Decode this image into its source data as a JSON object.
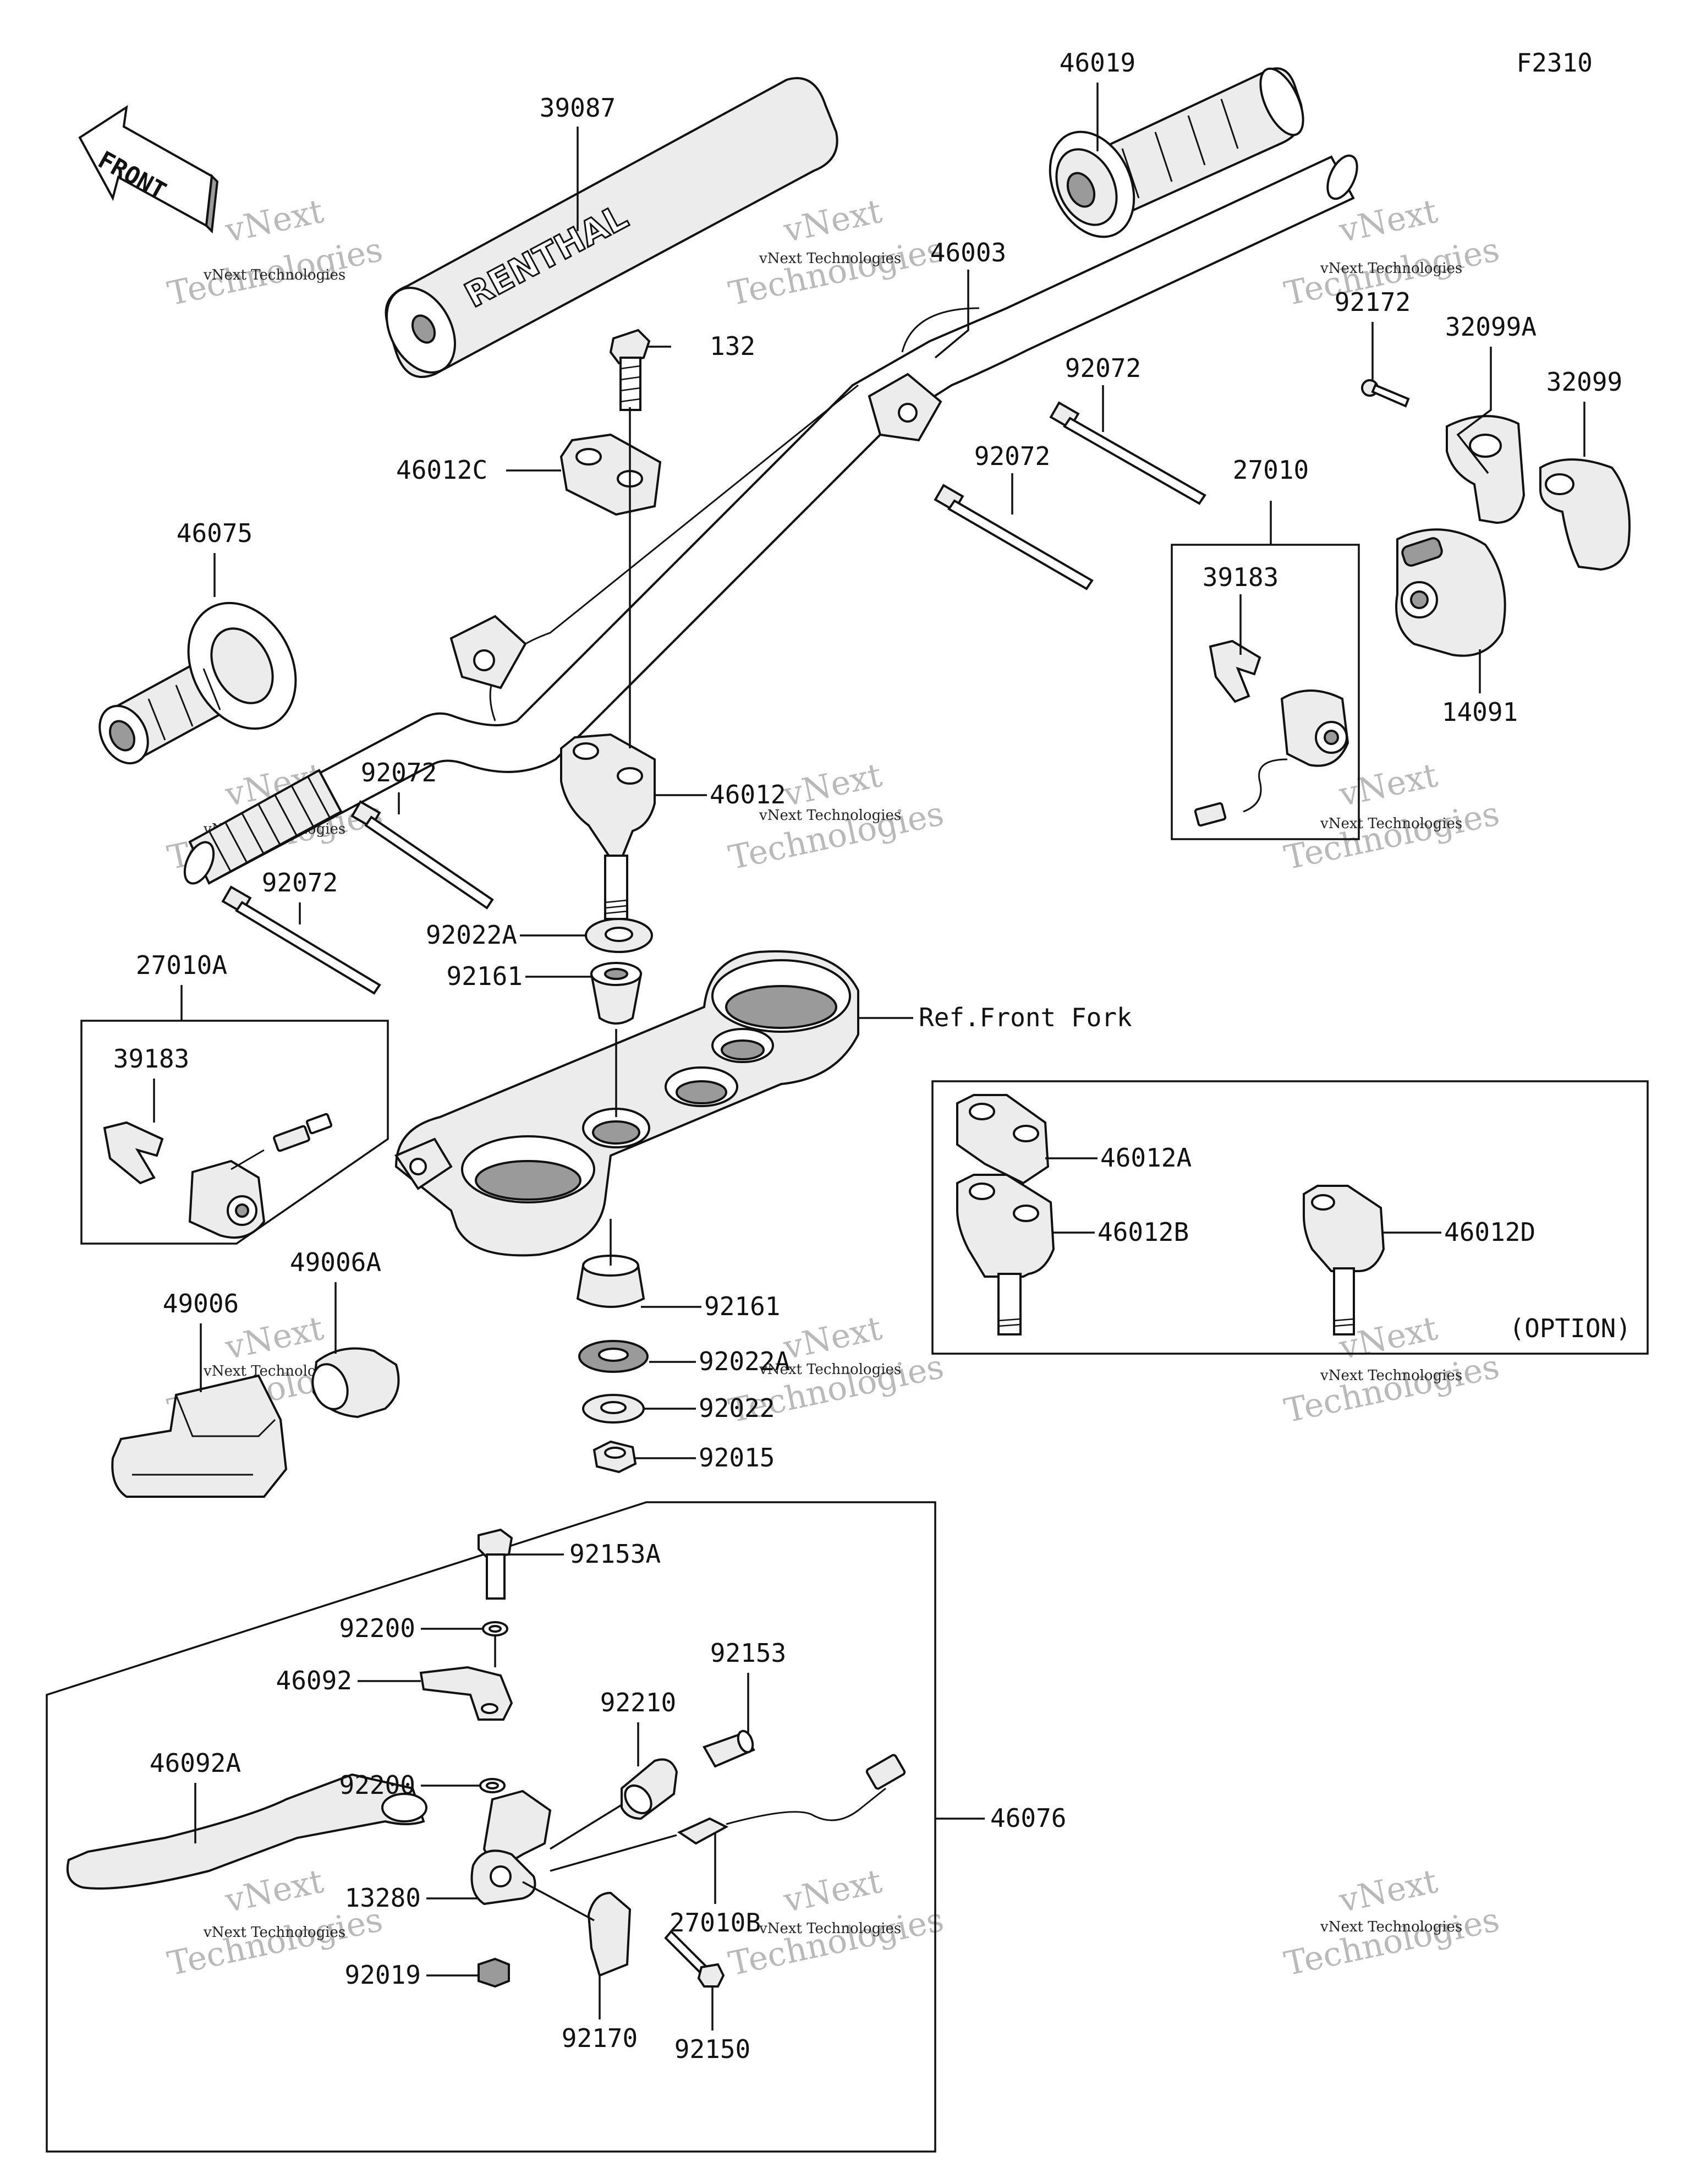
{
  "figure_code": "F2310",
  "front_label": "FRONT",
  "grip_brand": "RENTHAL",
  "watermark": {
    "line1": "vNext",
    "line2": "Technologies",
    "small": "vNext Technologies"
  },
  "callouts": {
    "p39087": "39087",
    "p46019": "46019",
    "p46003": "46003",
    "p132": "132",
    "p46012C": "46012C",
    "p92072_top1": "92072",
    "p92072_top2": "92072",
    "p27010": "27010",
    "p39183_right": "39183",
    "p92172": "92172",
    "p32099A": "32099A",
    "p32099": "32099",
    "p14091": "14091",
    "p46075": "46075",
    "p46012": "46012",
    "p92072_left1": "92072",
    "p92072_left2": "92072",
    "p92022A_top": "92022A",
    "p92161_top": "92161",
    "ref_front_fork": "Ref.Front Fork",
    "p27010A": "27010A",
    "p39183_left": "39183",
    "p46012A": "46012A",
    "p46012B": "46012B",
    "p46012D": "46012D",
    "option": "(OPTION)",
    "p49006A": "49006A",
    "p49006": "49006",
    "p92161_bot": "92161",
    "p92022A_bot": "92022A",
    "p92022": "92022",
    "p92015": "92015",
    "p92153A": "92153A",
    "p92200_top": "92200",
    "p46092": "46092",
    "p92153": "92153",
    "p92210": "92210",
    "p92200_bot": "92200",
    "p46092A": "46092A",
    "p46076": "46076",
    "p13280": "13280",
    "p27010B": "27010B",
    "p92019": "92019",
    "p92170": "92170",
    "p92150": "92150"
  }
}
